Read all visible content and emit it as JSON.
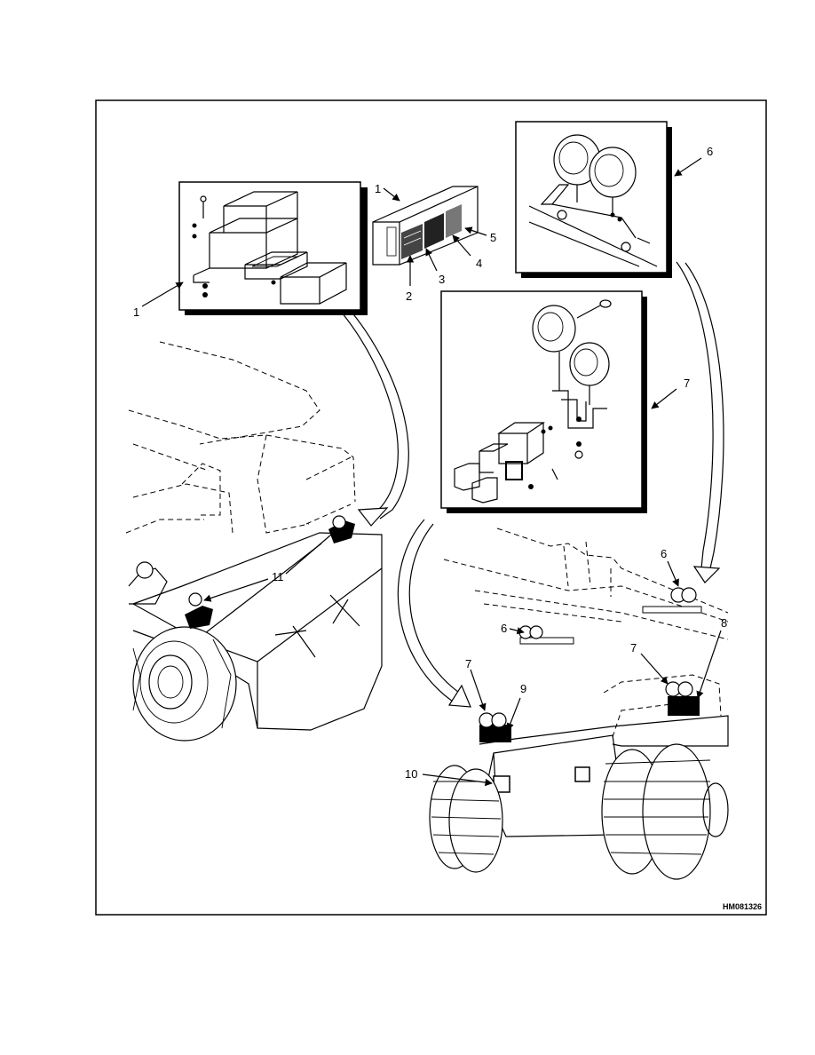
{
  "figure": {
    "drawing_number": "HM081326"
  },
  "callouts": {
    "c1_inset": "1",
    "c1_box_top": "1",
    "c2": "2",
    "c3": "3",
    "c4": "4",
    "c5": "5",
    "c6_inset": "6",
    "c7_inset": "7",
    "c6_rear_upper": "6",
    "c6_rear_lower": "6",
    "c7_rear_left": "7",
    "c7_rear_right": "7",
    "c8": "8",
    "c9": "9",
    "c10": "10",
    "c11": "11"
  }
}
